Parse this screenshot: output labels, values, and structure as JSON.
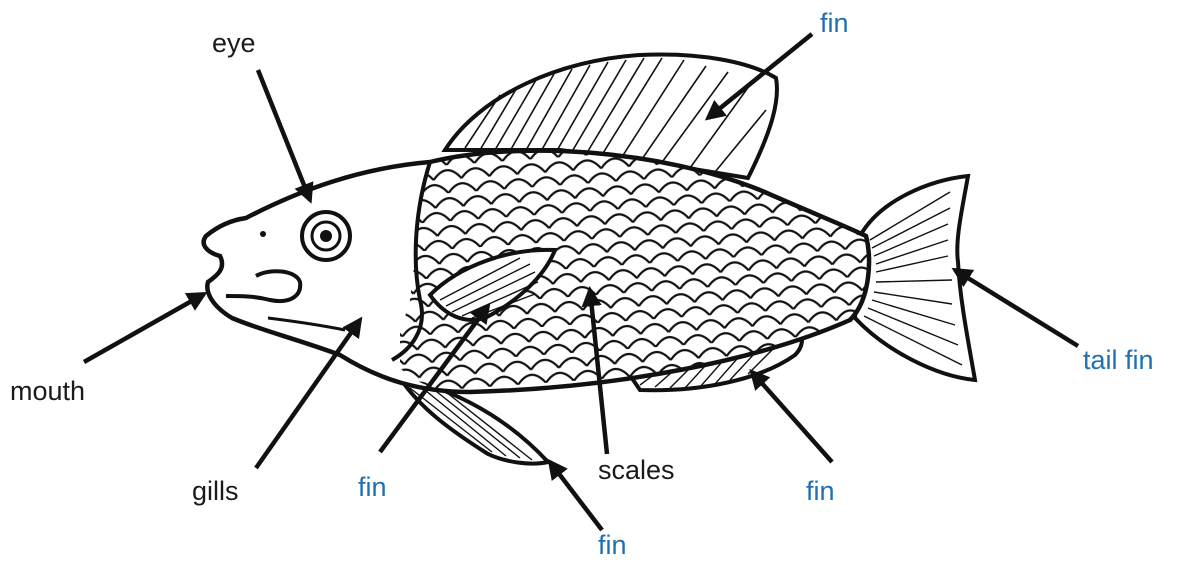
{
  "labels": {
    "eye": "eye",
    "mouth": "mouth",
    "gills": "gills",
    "scales": "scales",
    "fin_top": "fin",
    "tail_fin": "tail fin",
    "fin_pectoral": "fin",
    "fin_pelvic": "fin",
    "fin_anal": "fin"
  },
  "colors": {
    "body_label": "#1a1a1a",
    "fin_label": "#1f6fb2",
    "outline": "#111111",
    "arrow": "#111111"
  }
}
